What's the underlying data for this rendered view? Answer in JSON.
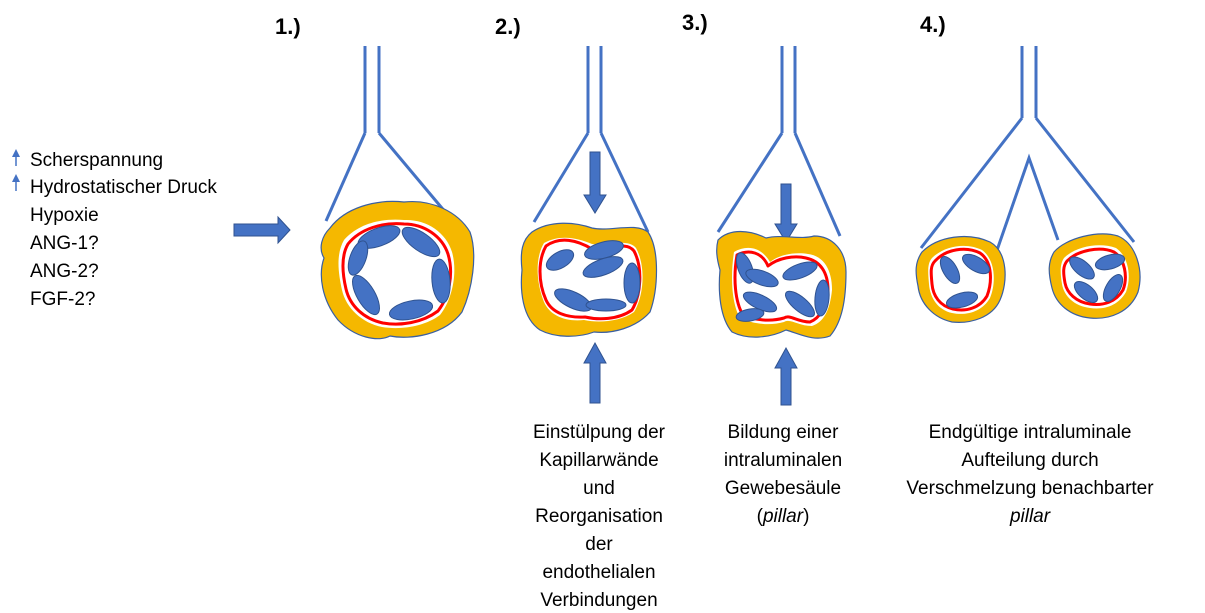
{
  "step_labels": [
    "1.)",
    "2.)",
    "3.)",
    "4.)"
  ],
  "factors": [
    {
      "text": "Scherspannung",
      "marker": "up-arrow-icon"
    },
    {
      "text": "Hydrostatischer Druck",
      "marker": "up-arrow-icon"
    },
    {
      "text": "Hypoxie",
      "marker": ""
    },
    {
      "text": "ANG-1?",
      "marker": ""
    },
    {
      "text": "ANG-2?",
      "marker": ""
    },
    {
      "text": "FGF-2?",
      "marker": ""
    }
  ],
  "captions": {
    "step2": [
      "Einstülpung der",
      "Kapillarwände",
      "und",
      "Reorganisation",
      "der",
      "endothelialen",
      "Verbindungen"
    ],
    "step3": [
      "Bildung einer",
      "intraluminalen",
      "Gewebesäule"
    ],
    "step3_last_open": "(",
    "step3_last_italic": "pillar",
    "step3_last_close": ")",
    "step4": [
      "Endgültige intraluminale",
      "Aufteilung durch",
      "Verschmelzung benachbarter"
    ],
    "step4_last_italic": "pillar"
  },
  "colors": {
    "vessel": "#4472C4",
    "tissue": "#F5B800",
    "membrane": "#FF0000",
    "cell": "#4472C4"
  }
}
